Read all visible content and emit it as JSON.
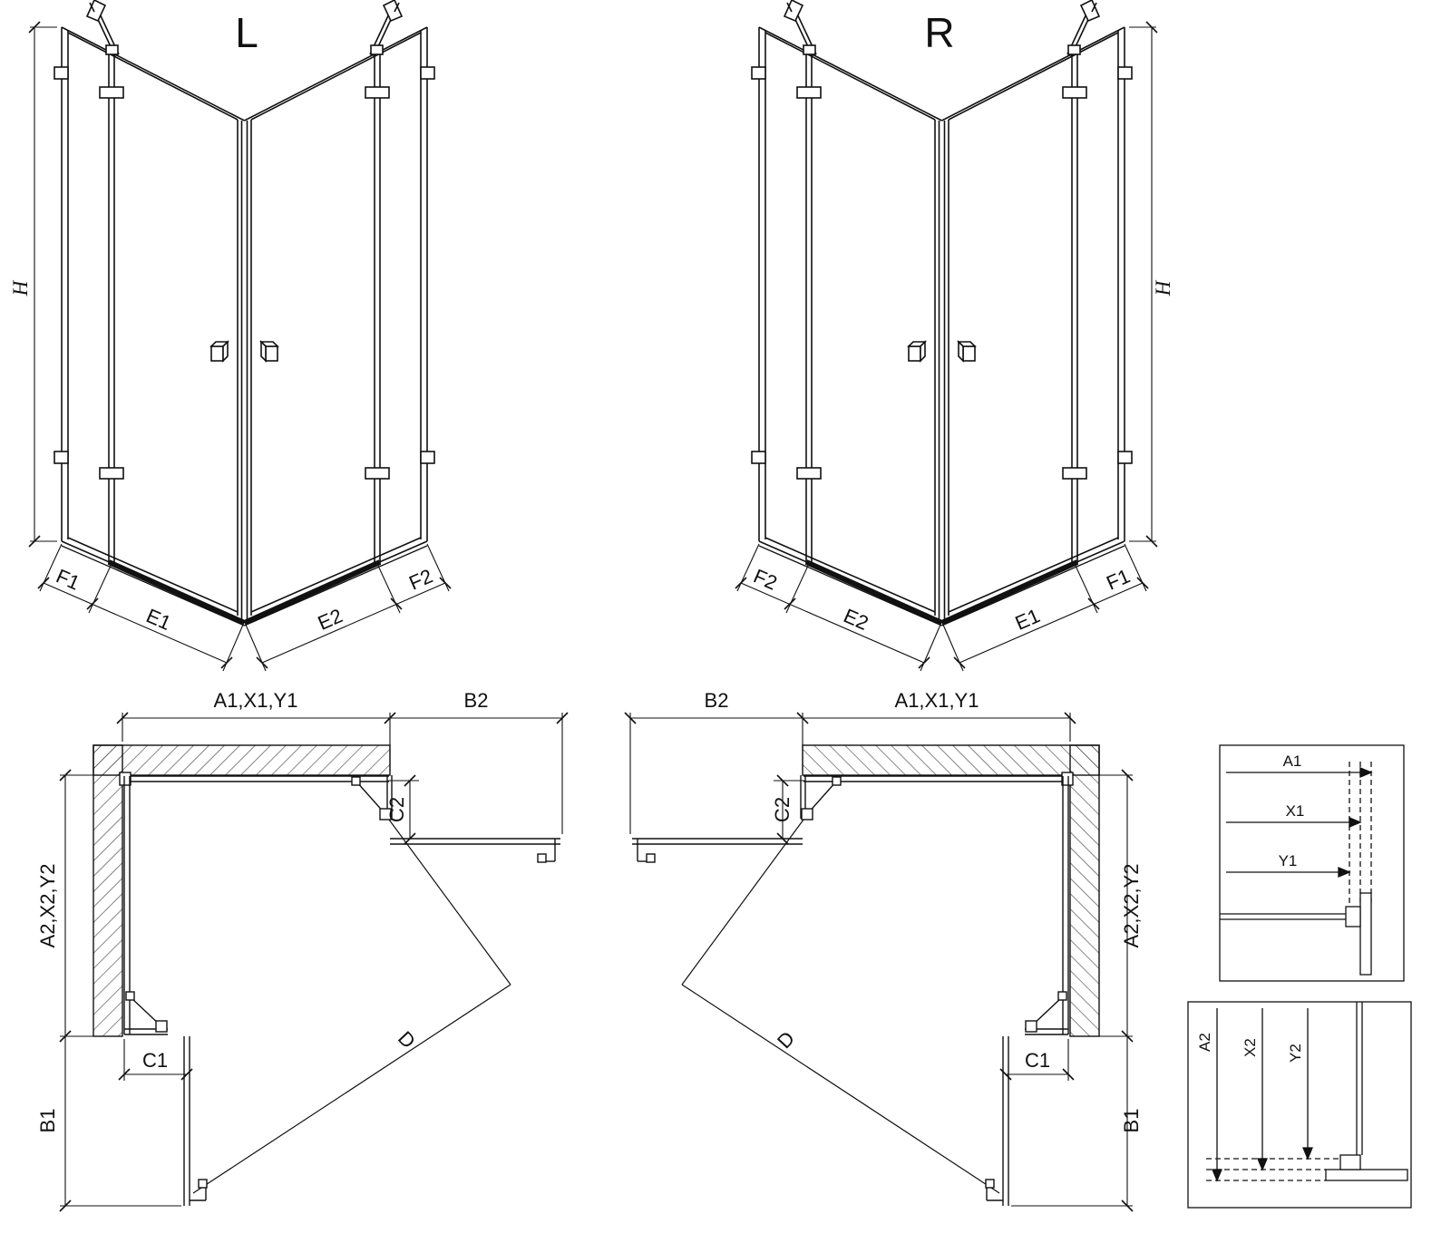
{
  "page": {
    "background": "#ffffff",
    "line_color": "#111111"
  },
  "diagram": {
    "left_view": {
      "label": "L",
      "dim_height": "H",
      "dims_bottom": [
        "F1",
        "E1",
        "E2",
        "F2"
      ]
    },
    "right_view": {
      "label": "R",
      "dim_height": "H",
      "dims_bottom": [
        "F2",
        "E2",
        "E1",
        "F1"
      ]
    },
    "left_plan": {
      "dim_top": "A1,X1,Y1",
      "dim_b2": "B2",
      "dim_c2": "C2",
      "dim_left": "A2,X2,Y2",
      "dim_c1": "C1",
      "dim_b1": "B1",
      "dim_d": "D"
    },
    "right_plan": {
      "dim_top": "A1,X1,Y1",
      "dim_b2": "B2",
      "dim_c2": "C2",
      "dim_left": "A2,X2,Y2",
      "dim_c1": "C1",
      "dim_b1": "B1",
      "dim_d": "D"
    },
    "detail_top": {
      "labels": [
        "A1",
        "X1",
        "Y1"
      ]
    },
    "detail_bottom": {
      "labels": [
        "A2",
        "X2",
        "Y2"
      ]
    }
  }
}
